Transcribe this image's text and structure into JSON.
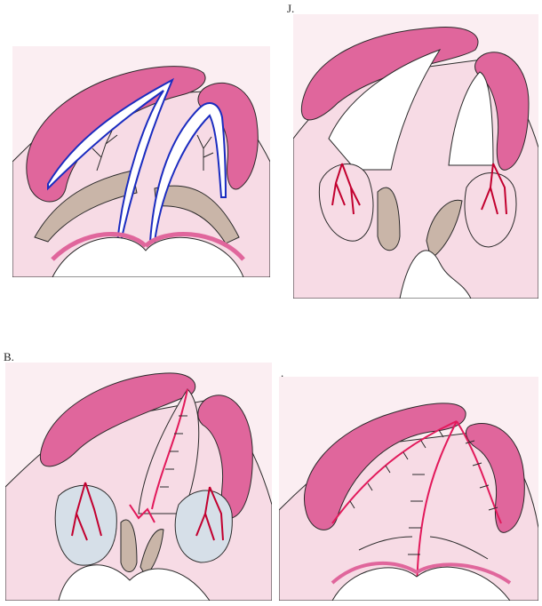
{
  "figure": {
    "panels": [
      {
        "id": "a",
        "label": ""
      },
      {
        "id": "b",
        "label": "J."
      },
      {
        "id": "c",
        "label": "B."
      },
      {
        "id": "d",
        "label": "."
      }
    ],
    "colors": {
      "background": "#ffffff",
      "skin": "#f7dbe5",
      "skin_light": "#fbeef2",
      "ridge": "#e0669c",
      "ridge_outline": "#2a2a2a",
      "muscle": "#c9b5a8",
      "artery": "#c2002f",
      "vein": "#1a2cc0",
      "suture": "#e2195b",
      "grey_blue": "#d6dfe8"
    }
  }
}
